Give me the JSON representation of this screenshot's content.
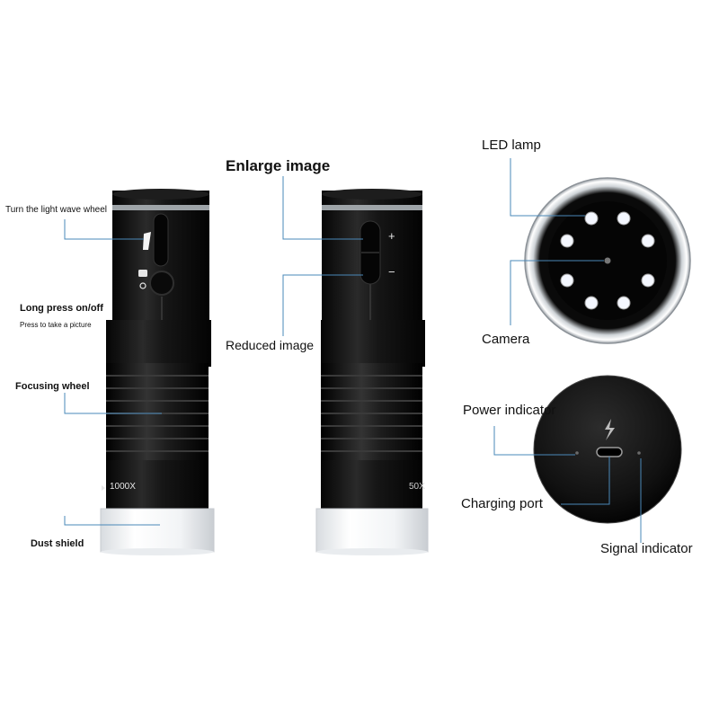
{
  "labels": {
    "light_wheel": "Turn the light wave wheel",
    "long_press": "Long press on/off",
    "press_picture": "Press to take a picture",
    "focusing_wheel": "Focusing wheel",
    "dust_shield": "Dust shield",
    "enlarge_image": "Enlarge image",
    "reduced_image": "Reduced image",
    "led_lamp": "LED lamp",
    "camera": "Camera",
    "power_indicator": "Power indicator",
    "charging_port": "Charging port",
    "signal_indicator": "Signal indicator"
  },
  "device_marks": {
    "mag_max": "1000X",
    "mag_min": "50X",
    "plus": "+",
    "minus": "−"
  },
  "colors": {
    "leader_line": "#4a88b8",
    "body": "#111111",
    "led": "#f4f7ff"
  },
  "icons": {
    "brightness": "sun-icon",
    "capture": "camera-icon",
    "charge": "lightning-bolt-icon"
  }
}
